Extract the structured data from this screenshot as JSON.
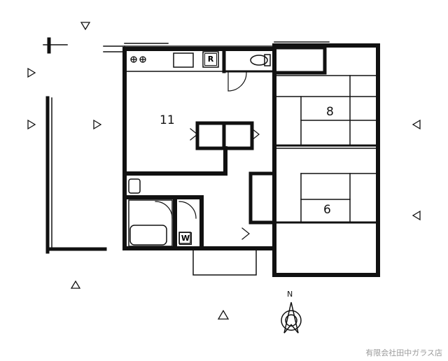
{
  "rooms": {
    "ldk": "11",
    "tatami_upper": "8",
    "tatami_lower": "6"
  },
  "fixtures": {
    "refrigerator": "R",
    "washer": "W",
    "stove_burners": "⊕⊕"
  },
  "north_label": "N",
  "credit": "有限会社田中ガラス店"
}
